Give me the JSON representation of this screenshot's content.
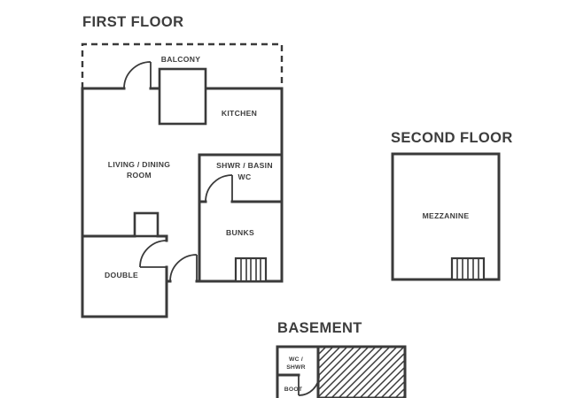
{
  "colors": {
    "background": "#ffffff",
    "wall": "#3a3a3a",
    "text": "#3d3d3d"
  },
  "floors": {
    "first": {
      "title": "FIRST FLOOR",
      "labels": {
        "balcony": "BALCONY",
        "kitchen": "KITCHEN",
        "living_line1": "LIVING / DINING",
        "living_line2": "ROOM",
        "shower_line1": "SHWR / BASIN",
        "shower_line2": "WC",
        "bunks": "BUNKS",
        "double": "DOUBLE"
      }
    },
    "second": {
      "title": "SECOND FLOOR",
      "labels": {
        "mezzanine": "MEZZANINE"
      }
    },
    "basement": {
      "title": "BASEMENT",
      "labels": {
        "wc_line1": "WC /",
        "wc_line2": "SHWR",
        "boot": "BOOT"
      }
    }
  }
}
